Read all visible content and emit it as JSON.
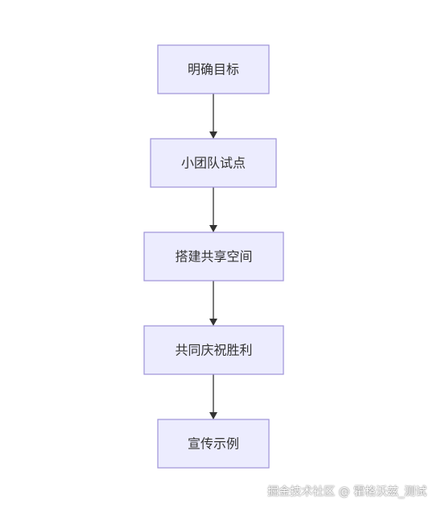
{
  "flowchart": {
    "nodes": [
      {
        "id": "n1",
        "label": "明确目标"
      },
      {
        "id": "n2",
        "label": "小团队试点"
      },
      {
        "id": "n3",
        "label": "搭建共享空间"
      },
      {
        "id": "n4",
        "label": "共同庆祝胜利"
      },
      {
        "id": "n5",
        "label": "宣传示例"
      }
    ],
    "edges": [
      {
        "from": "n1",
        "to": "n2"
      },
      {
        "from": "n2",
        "to": "n3"
      },
      {
        "from": "n3",
        "to": "n4"
      },
      {
        "from": "n4",
        "to": "n5"
      }
    ],
    "colors": {
      "node_fill": "#ececfe",
      "node_stroke": "#9e93d8",
      "edge": "#333333",
      "text": "#333333"
    }
  },
  "watermark": "掘金技术社区 @ 霍格沃兹_测试"
}
